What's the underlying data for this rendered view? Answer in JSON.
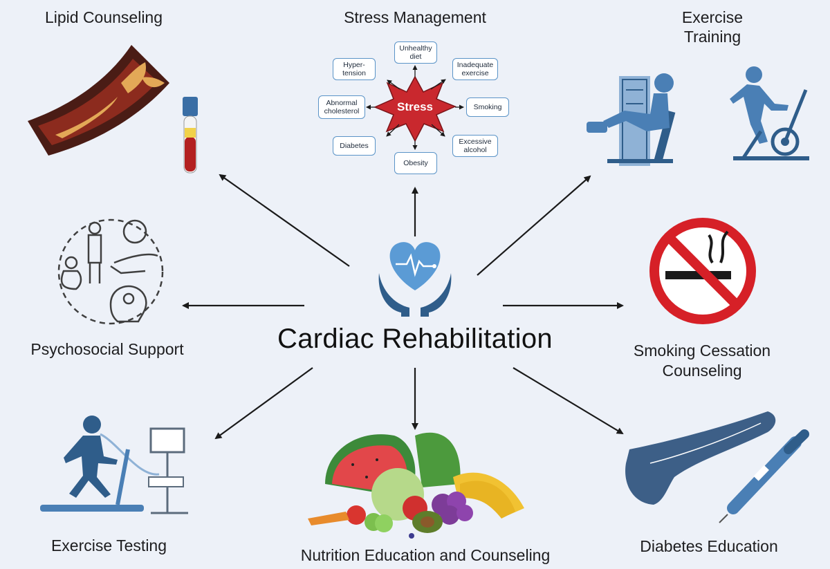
{
  "title": "Cardiac Rehabilitation",
  "components": {
    "lipid": "Lipid Counseling",
    "stress": "Stress Management",
    "exercise_training_l1": "Exercise",
    "exercise_training_l2": "Training",
    "psychosocial": "Psychosocial Support",
    "smoking_l1": "Smoking Cessation",
    "smoking_l2": "Counseling",
    "exercise_testing": "Exercise Testing",
    "nutrition": "Nutrition Education and Counseling",
    "diabetes": "Diabetes Education"
  },
  "stress_diagram": {
    "center": "Stress",
    "factors": {
      "unhealthy_diet": "Unhealthy\ndiet",
      "hypertension": "Hyper-\ntension",
      "inadequate_exercise": "Inadequate\nexercise",
      "abnormal_cholesterol": "Abnormal\ncholesterol",
      "smoking": "Smoking",
      "diabetes": "Diabetes",
      "excessive_alcohol": "Excessive\nalcohol",
      "obesity": "Obesity"
    }
  },
  "colors": {
    "background": "#edf1f8",
    "icon_blue": "#4a7fb5",
    "icon_dark": "#2f5d8a",
    "stress_red": "#c9282e",
    "no_sign_red": "#d62027"
  }
}
